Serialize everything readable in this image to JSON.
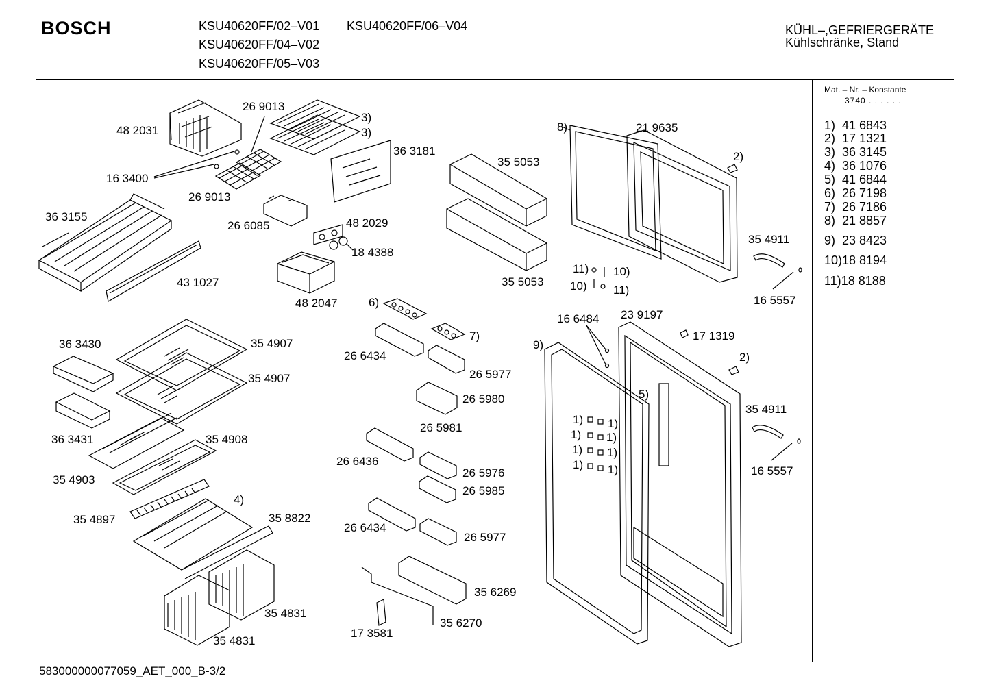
{
  "header": {
    "brand": "BOSCH",
    "models": [
      "KSU40620FF/02–V01",
      "KSU40620FF/04–V02",
      "KSU40620FF/05–V03",
      "KSU40620FF/06–V04"
    ],
    "category_line1": "KÜHL–,GEFRIERGERÄTE",
    "category_line2": "Kühlschränke, Stand"
  },
  "sidebar": {
    "heading": "Mat. – Nr. – Konstante",
    "constant": "3740 . . . . . .",
    "legend": [
      {
        "key": "1)",
        "value": "41 6843"
      },
      {
        "key": "2)",
        "value": "17 1321"
      },
      {
        "key": "3)",
        "value": "36 3145"
      },
      {
        "key": "4)",
        "value": "36 1076"
      },
      {
        "key": "5)",
        "value": "41 6844"
      },
      {
        "key": "6)",
        "value": "26 7198"
      },
      {
        "key": "7)",
        "value": "26 7186"
      },
      {
        "key": "8)",
        "value": "21 8857"
      },
      {
        "key": "9)",
        "value": "23 8423"
      },
      {
        "key": "10)",
        "value": "18 8194"
      },
      {
        "key": "11)",
        "value": "18 8188"
      }
    ]
  },
  "labels": {
    "p269013a": "26 9013",
    "p482031": "48 2031",
    "p3a": "3)",
    "p3b": "3)",
    "p363181": "36 3181",
    "p163400": "16 3400",
    "p269013b": "26 9013",
    "p363155": "36 3155",
    "p266085": "26 6085",
    "p482029": "48 2029",
    "p184388": "18 4388",
    "p431027": "43 1027",
    "p482047": "48 2047",
    "p355053a": "35 5053",
    "p355053b": "35 5053",
    "p8": "8)",
    "p219635": "21 9635",
    "p2a": "2)",
    "p354911a": "35 4911",
    "p165557a": "16 5557",
    "p11a": "11)",
    "p10a": "10)",
    "p10b": "10)",
    "p11b": "11)",
    "p6": "6)",
    "p7": "7)",
    "p266434a": "26 6434",
    "p265977a": "26 5977",
    "p265980": "26 5980",
    "p265981": "26 5981",
    "p363430": "36 3430",
    "p354907a": "35 4907",
    "p354907b": "35 4907",
    "p363431": "36 3431",
    "p354908": "35 4908",
    "p354903": "35 4903",
    "p4": "4)",
    "p354897": "35 4897",
    "p358822": "35 8822",
    "p354831a": "35 4831",
    "p354831b": "35 4831",
    "p266436": "26 6436",
    "p265976": "26 5976",
    "p265985": "26 5985",
    "p266434b": "26 6434",
    "p265977b": "26 5977",
    "p356269": "35 6269",
    "p356270": "35 6270",
    "p173581": "17 3581",
    "p166484": "16 6484",
    "p239197": "23 9197",
    "p171319": "17 1319",
    "p9": "9)",
    "p2b": "2)",
    "p5": "5)",
    "p354911b": "35 4911",
    "p165557b": "16 5557",
    "p1a": "1)",
    "p1b": "1)",
    "p1c": "1)",
    "p1d": "1)",
    "p1e": "1)",
    "p1f": "1)",
    "p1g": "1)",
    "p1h": "1)"
  },
  "footer": "583000000077059_AET_000_B-3/2"
}
